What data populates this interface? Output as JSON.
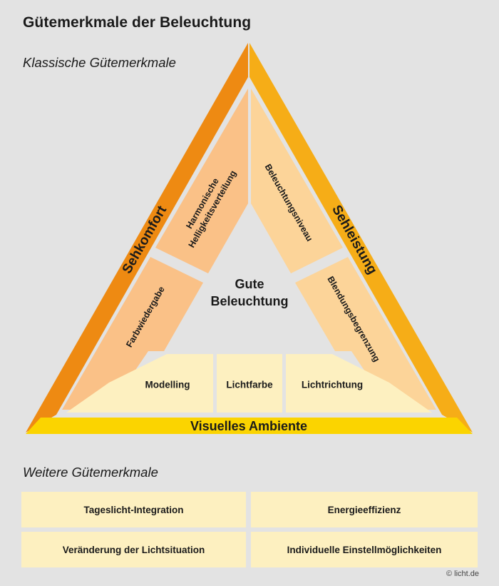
{
  "title": "Gütemerkmale der Beleuchtung",
  "section_classic": "Klassische Gütemerkmale",
  "section_further": "Weitere Gütemerkmale",
  "sides": {
    "left": "Sehkomfort",
    "right": "Sehleistung",
    "bottom": "Visuelles Ambiente"
  },
  "center": {
    "line1": "Gute",
    "line2": "Beleuchtung"
  },
  "left_segments": {
    "upper_line1": "Harmonische",
    "upper_line2": "Helligkeitsverteilung",
    "lower": "Farbwiedergabe"
  },
  "right_segments": {
    "upper": "Beleuchtungsniveau",
    "lower": "Blendungsbegrenzung"
  },
  "bottom_segments": {
    "left": "Modelling",
    "middle": "Lichtfarbe",
    "right": "Lichtrichtung"
  },
  "further_items": [
    "Tageslicht-Integration",
    "Energieeffizienz",
    "Veränderung der Lichtsituation",
    "Individuelle Einstellmöglichkeiten"
  ],
  "copyright": "© licht.de",
  "colors": {
    "background": "#e3e3e3",
    "left_band": "#ee8a12",
    "right_band": "#f6ad17",
    "bottom_band": "#fbd400",
    "left_segment": "#fac187",
    "right_segment": "#fcd499",
    "bottom_segment": "#fdf0c0"
  }
}
